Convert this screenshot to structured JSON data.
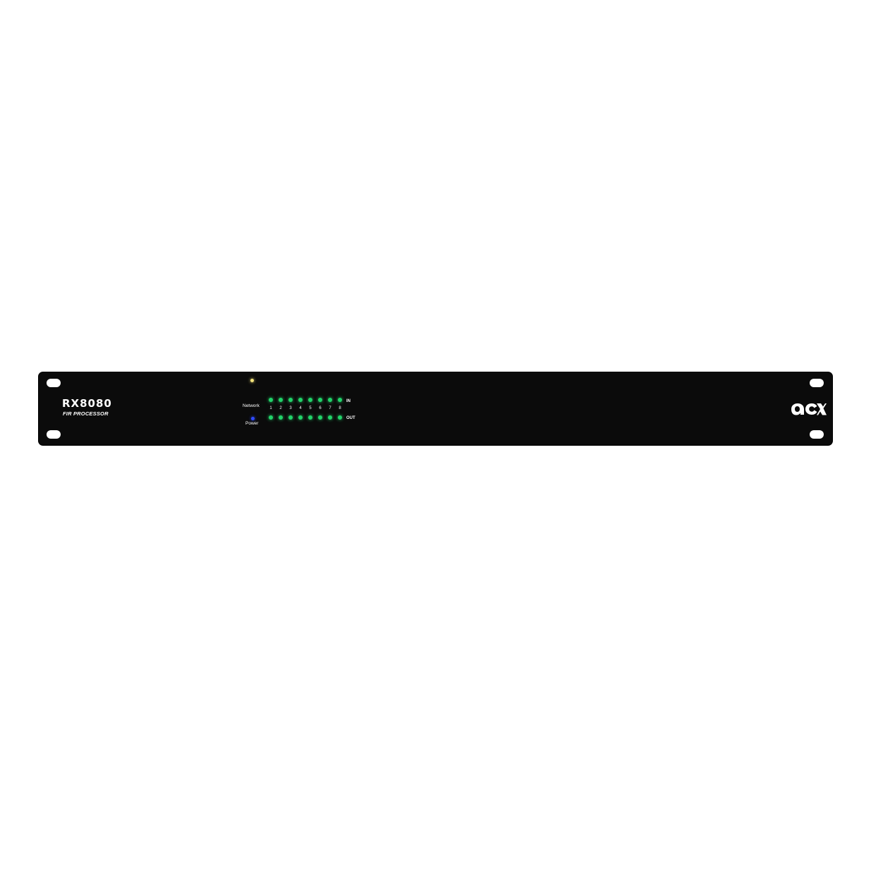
{
  "device": {
    "model": "RX8080",
    "subtitle": "FIR PROCESSOR",
    "panel_color": "#0b0b0b",
    "status": {
      "network_label": "Network",
      "power_label": "Power",
      "network_led_color": "#f3e37a",
      "power_led_color": "#2f4bff"
    },
    "meters": {
      "channel_numbers": [
        "1",
        "2",
        "3",
        "4",
        "5",
        "6",
        "7",
        "8"
      ],
      "in_label": "IN",
      "out_label": "OUT",
      "led_color": "#22d36a"
    },
    "logo_icon": "acx-logo-icon"
  }
}
